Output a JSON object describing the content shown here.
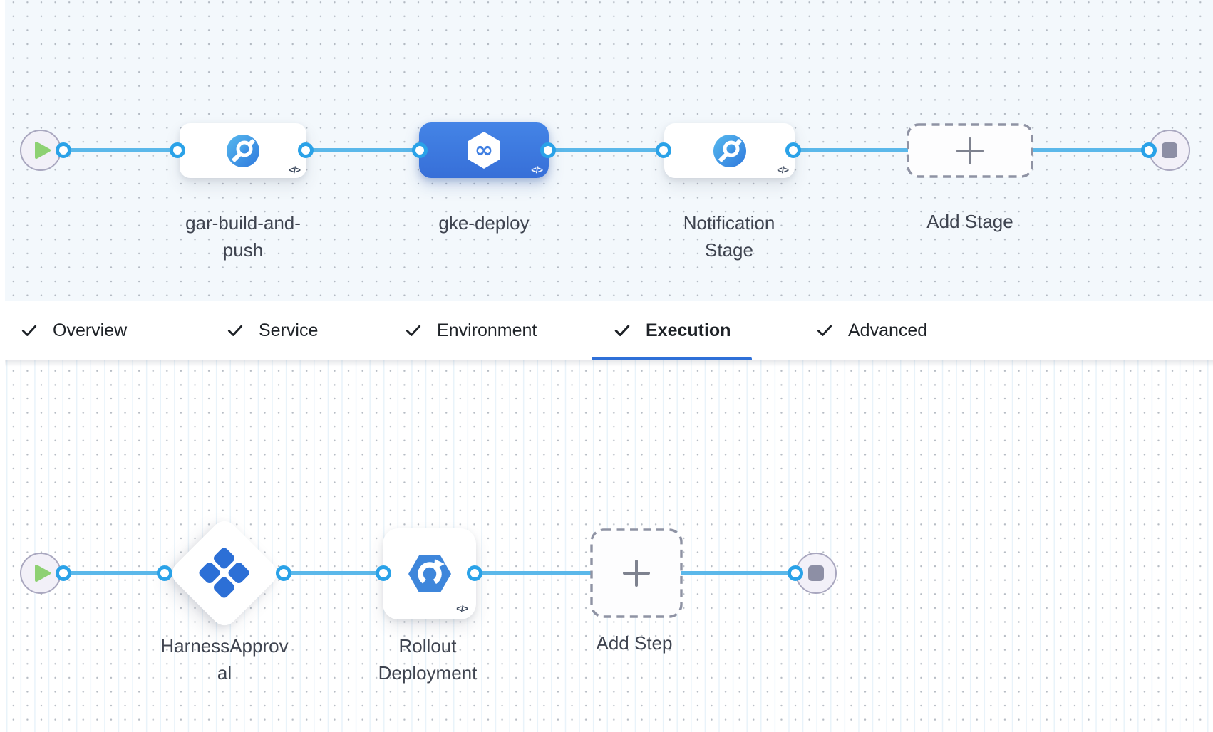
{
  "stage_pipeline": {
    "stages": [
      {
        "name": "gar-build-and-push",
        "icon": "artifact-registry-icon",
        "selected": false,
        "code_icon": "</>"
      },
      {
        "name": "gke-deploy",
        "icon": "harness-cd-icon",
        "selected": true,
        "code_icon": "</>"
      },
      {
        "name": "Notification Stage",
        "icon": "artifact-registry-icon",
        "selected": false,
        "code_icon": "</>"
      }
    ],
    "add_stage_label": "Add Stage"
  },
  "tab_bar": {
    "tabs": [
      {
        "label": "Overview",
        "checked": true,
        "active": false
      },
      {
        "label": "Service",
        "checked": true,
        "active": false
      },
      {
        "label": "Environment",
        "checked": true,
        "active": false
      },
      {
        "label": "Execution",
        "checked": true,
        "active": true
      },
      {
        "label": "Advanced",
        "checked": true,
        "active": false
      }
    ]
  },
  "execution_steps": {
    "steps": [
      {
        "name": "HarnessApproval",
        "icon": "approval-icon",
        "shape": "diamond"
      },
      {
        "name": "Rollout Deployment",
        "icon": "gke-rollout-icon",
        "shape": "card",
        "code_icon": "</>"
      }
    ],
    "add_step_label": "Add Step"
  },
  "colors": {
    "selected_stage": "#3d7ce0",
    "connector_line": "#5bb8ea",
    "connector_ring": "#2aa2e8",
    "active_tab_underline": "#2f70d8",
    "play_triangle": "#8ed173",
    "stop_square": "#8d8fa5",
    "canvas_top_bg": "#f3f8fc",
    "canvas_bottom_bg": "#ffffff"
  }
}
